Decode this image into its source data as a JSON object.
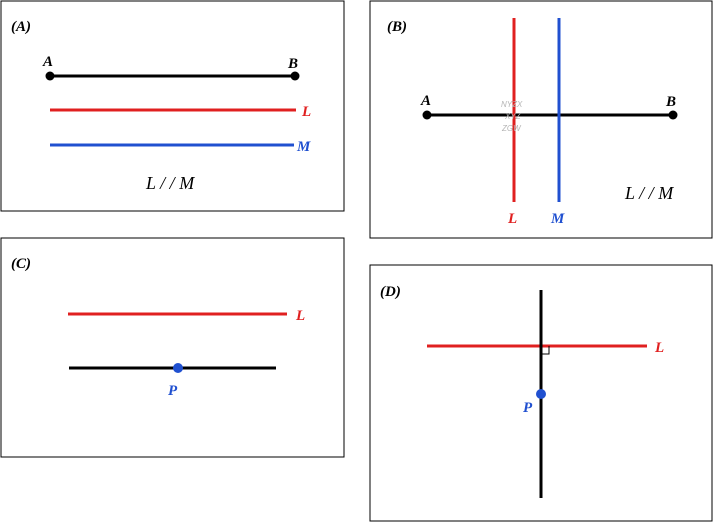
{
  "colors": {
    "black": "#000000",
    "red": "#e02020",
    "blue": "#2050d0",
    "watermark": "#b5b5b5"
  },
  "panels": {
    "a": {
      "label": "(A)",
      "point_a": "A",
      "point_b": "B",
      "line_l": "L",
      "line_m": "M",
      "relation": "L / / M"
    },
    "b": {
      "label": "(B)",
      "point_a": "A",
      "point_b": "B",
      "line_l": "L",
      "line_m": "M",
      "relation": "L / / M",
      "watermark": [
        "NYZX",
        "XYZ",
        "ZGW"
      ]
    },
    "c": {
      "label": "(C)",
      "line_l": "L",
      "point_p": "P"
    },
    "d": {
      "label": "(D)",
      "line_l": "L",
      "point_p": "P"
    }
  }
}
